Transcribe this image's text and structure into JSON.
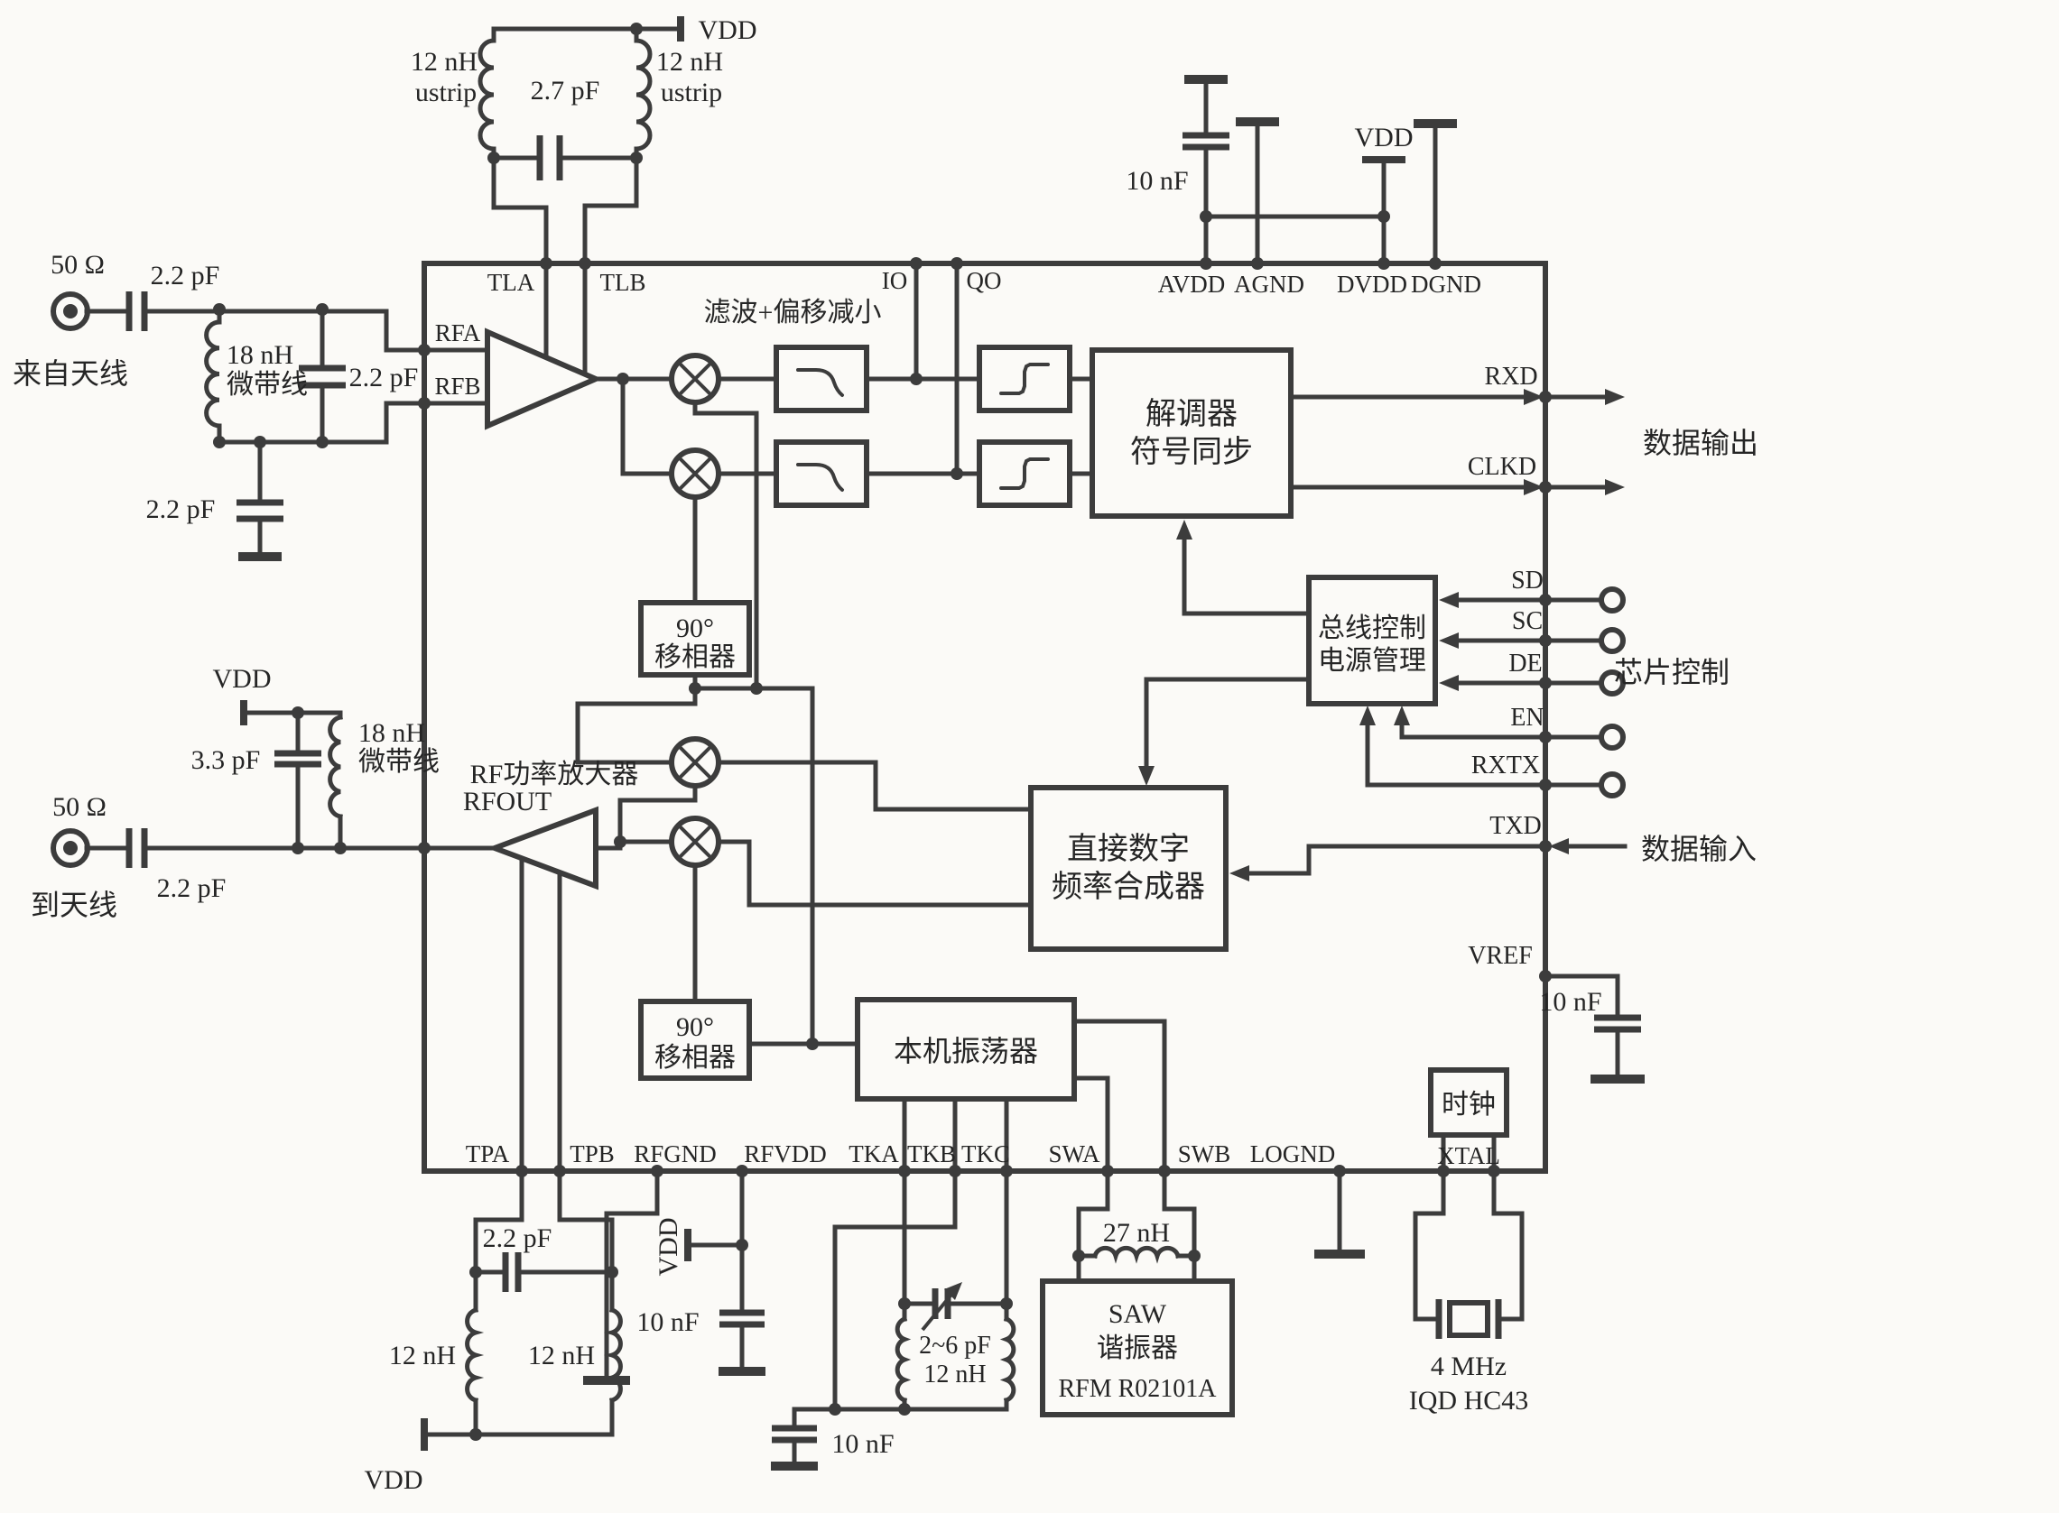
{
  "rx_input": {
    "impedance": "50 Ω",
    "label": "来自天线",
    "series_cap": "2.2 pF",
    "coil_l1": "18 nH",
    "coil_l2": "微带线",
    "shunt_cap": "2.2 pF",
    "gnd_cap": "2.2 pF"
  },
  "tank": {
    "coil_left_l1": "12 nH",
    "coil_left_l2": "ustrip",
    "cap": "2.7 pF",
    "coil_right_l1": "12 nH",
    "coil_right_l2": "ustrip",
    "vdd": "VDD"
  },
  "top_pins": {
    "tla": "TLA",
    "tlb": "TLB",
    "io": "IO",
    "qo": "QO",
    "avdd": "AVDD",
    "agnd": "AGND",
    "dvdd": "DVDD",
    "dgnd": "DGND",
    "avdd_cap": "10 nF",
    "dvdd_vdd": "VDD"
  },
  "rx_chain": {
    "filter_note": "滤波+偏移减小",
    "demod_l1": "解调器",
    "demod_l2": "符号同步",
    "ps1_l1": "90°",
    "ps1_l2": "移相器"
  },
  "right_pins": {
    "rxd": "RXD",
    "clkd": "CLKD",
    "data_out": "数据输出",
    "sd": "SD",
    "sc": "SC",
    "de": "DE",
    "en": "EN",
    "rxtx": "RXTX",
    "chip_ctrl": "芯片控制",
    "txd": "TXD",
    "data_in": "数据输入",
    "vref": "VREF",
    "vref_cap": "10 nF"
  },
  "bus_box": {
    "l1": "总线控制",
    "l2": "电源管理"
  },
  "dds": {
    "l1": "直接数字",
    "l2": "频率合成器"
  },
  "tx": {
    "pa_l1": "RF功率放大器",
    "pa_l2": "RFOUT",
    "ps2_l1": "90°",
    "ps2_l2": "移相器"
  },
  "tx_output": {
    "vdd": "VDD",
    "cap": "3.3 pF",
    "coil_l1": "18 nH",
    "coil_l2": "微带线",
    "impedance": "50 Ω",
    "label": "到天线",
    "series_cap": "2.2 pF"
  },
  "lo": {
    "label": "本机振荡器"
  },
  "bottom_pins": {
    "tpa": "TPA",
    "tpb": "TPB",
    "rfgnd": "RFGND",
    "rfvdd": "RFVDD",
    "tka": "TKA",
    "tkb": "TKB",
    "tkc": "TKC",
    "swa": "SWA",
    "swb": "SWB",
    "lognd": "LOGND",
    "xtal": "XTAL"
  },
  "tpa_tank": {
    "cap": "2.2 pF",
    "coil_left": "12 nH",
    "coil_right": "12 nH",
    "vdd": "VDD"
  },
  "rfvdd_net": {
    "vdd": "VDD",
    "cap": "10 nF"
  },
  "tk_net": {
    "var_cap": "2~6 pF",
    "coil": "12 nH",
    "gnd_cap": "10 nF"
  },
  "saw": {
    "coil": "27 nH",
    "l1": "SAW",
    "l2": "谐振器",
    "l3": "RFM R02101A"
  },
  "clock": {
    "box": "时钟",
    "freq": "4 MHz",
    "part": "IQD HC43"
  }
}
